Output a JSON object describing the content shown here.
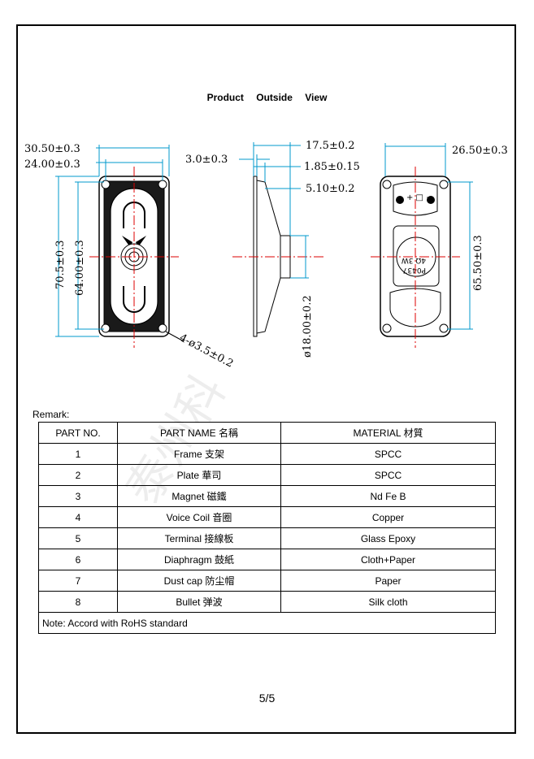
{
  "document": {
    "title": "Product Outside View",
    "remark_label": "Remark:",
    "page_number": "5/5",
    "note": "Note: Accord with RoHS standard"
  },
  "dimensions": {
    "front_width_outer": "30.50±0.3",
    "front_width_inner": "24.00±0.3",
    "front_height_outer": "70.5±0.3",
    "front_height_inner": "64.00±0.3",
    "front_holes": "4-ø3.5±0.2",
    "side_thickness": "3.0±0.3",
    "side_depth_total": "17.5±0.2",
    "side_flange": "1.85±0.15",
    "side_cone": "5.10±0.2",
    "side_magnet_dia": "ø18.00±0.2",
    "back_width": "26.50±0.3",
    "back_height": "65.50±0.3"
  },
  "back_labels": {
    "terminal_polarity": "+ □ −",
    "magnet_label_1": "4Ω 3W",
    "magnet_label_2": "P0437"
  },
  "parts_table": {
    "headers": {
      "part_no": "PART NO.",
      "part_name": "PART NAME 名稱",
      "material": "MATERIAL 材質"
    },
    "rows": [
      {
        "no": "1",
        "name": "Frame 支架",
        "material": "SPCC"
      },
      {
        "no": "2",
        "name": "Plate 華司",
        "material": "SPCC"
      },
      {
        "no": "3",
        "name": "Magnet 磁鐵",
        "material": "Nd Fe B"
      },
      {
        "no": "4",
        "name": "Voice Coil 音圈",
        "material": "Copper"
      },
      {
        "no": "5",
        "name": "Terminal 接線板",
        "material": "Glass Epoxy"
      },
      {
        "no": "6",
        "name": "Diaphragm 鼓紙",
        "material": "Cloth+Paper"
      },
      {
        "no": "7",
        "name": "Dust cap 防尘帽",
        "material": "Paper"
      },
      {
        "no": "8",
        "name": "Bullet 弹波",
        "material": "Silk cloth"
      }
    ]
  }
}
